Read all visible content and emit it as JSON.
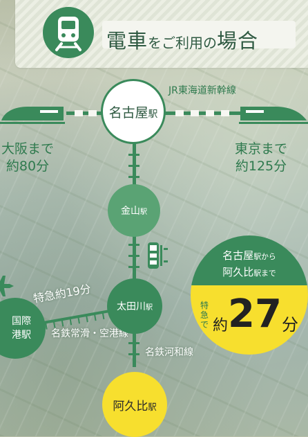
{
  "header": {
    "title_part1": "電車",
    "title_part2": "をご利用の",
    "title_part3": "場合",
    "icon": "train-front-icon"
  },
  "lines": {
    "shinkansen": "JR東海道新幹線",
    "meitetsu_kowa": "名鉄河和線",
    "meitetsu_airport": "名鉄常滑・空港線",
    "limited_express_time": "特急約19分"
  },
  "stations": {
    "nagoya": "名古屋",
    "nagoya_suffix": "駅",
    "kanayama": "金山",
    "kanayama_suffix": "駅",
    "otagawa": "太田川",
    "otagawa_suffix": "駅",
    "aguhi": "阿久比",
    "aguhi_suffix": "駅",
    "airport_line1": "国際",
    "airport_line2": "港駅"
  },
  "destinations": {
    "osaka_line1": "大阪まで",
    "osaka_line2": "約80分",
    "tokyo_line1": "東京まで",
    "tokyo_line2": "約125分"
  },
  "summary": {
    "from_part1": "名古屋",
    "from_part2": "駅から",
    "to_part1": "阿久比",
    "to_part2": "駅まで",
    "express": "特急で",
    "approx": "約",
    "minutes": "27",
    "unit": "分"
  },
  "colors": {
    "green": "#3a8a5b",
    "light_green": "#5aa374",
    "yellow": "#f7df2e",
    "text_green": "#2f7a4e"
  },
  "icons": [
    "train-front-icon",
    "shinkansen-icon",
    "local-train-icon",
    "airplane-icon"
  ]
}
